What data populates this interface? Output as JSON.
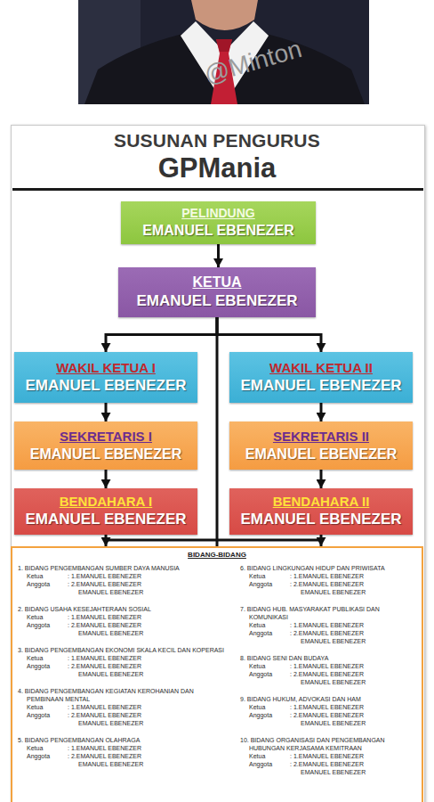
{
  "diagram": {
    "title": "SUSUNAN PENGURUS",
    "nodes": [
      {
        "text": [
          "PELINDUNG",
          "EMANUEL EBENEZER"
        ]
      },
      {
        "text": [
          "KETUA",
          "EMANUEL EBENEZER"
        ]
      },
      {
        "text": [
          "WAKIL KETUA I",
          "EMANUEL EBENEZER"
        ]
      },
      {
        "text": [
          "WAKIL KETUA II",
          "EMANUEL EBENEZER"
        ]
      },
      {
        "text": [
          "SEKRETARIS I",
          "EMANUEL EBENEZER"
        ]
      },
      {
        "text": [
          "SEKRETARIS II",
          "EMANUEL EBENEZER"
        ]
      },
      {
        "text": [
          "BENDAHARA I",
          "EMANUEL EBENEZER"
        ]
      },
      {
        "text": [
          "BENDAHARA II",
          "EMANUEL EBENEZER"
        ]
      },
      {
        "text": [
          "BIDANG-BIDANG",
          "1. BIDANG PENGEMBANGAN SUMBER DAYA MANUSIA",
          "Ketua",
          ": 1.EMANUEL EBENEZER",
          "Anggota",
          ": 2.EMANUEL EBENEZER",
          "EMANUEL EBENEZER",
          "2. BIDANG USAHA KESEJAHTERAAN SOSIAL",
          "Ketua",
          ": 1.EMANUEL EBENEZER",
          "Anggota",
          ": 2.EMANUEL EBENEZER",
          "EMANUEL EBENEZER",
          "3. BIDANG PENGEMBANGAN EKONOMI SKALA KECIL DAN KOPERASI",
          "Ketua",
          ": 1.EMANUEL EBENEZER",
          "Anggota",
          ": 2.EMANUEL EBENEZER",
          "EMANUEL EBENEZER",
          "4. BIDANG PENGEMBANGAN KEGIATAN KEROHANIAN DAN PEMBINAAN MENTAL",
          "Ketua",
          ": 1.EMANUEL EBENEZER",
          "Anggota",
          ": 2.EMANUEL EBENEZER",
          "EMANUEL EBENEZER",
          "5. BIDANG PENGEMBANGAN OLAHRAGA",
          "Ketua",
          ": 1.EMANUEL EBENEZER",
          "Anggota",
          ": 2.EMANUEL EBENEZER",
          "EMANUEL EBENEZER",
          "6. BIDANG LINGKUNGAN HIDUP DAN PRIWISATA",
          "Ketua",
          ": 1.EMANUEL EBENEZER",
          "Anggota",
          ": 2.EMANUEL EBENEZER",
          "EMANUEL EBENEZER",
          "7. BIDANG HUB. MASYARAKAT PUBLIKASI DAN KOMUNIKASI",
          "Ketua",
          ": 1.EMANUEL EBENEZER",
          "Anggota",
          ": 2.EMANUEL EBENEZER",
          "EMANUEL EBENEZER",
          "8. BIDANG SENI DAN BUDAYA",
          "Ketua",
          ": 1.EMANUEL EBENEZER",
          "Anggota",
          ": 2.EMANUEL EBENEZER",
          "EMANUEL EBENEZER",
          "9. BIDANG HUKUM, ADVOKASI DAN HAM",
          "Ketua",
          ": 1.EMANUEL EBENEZER",
          "Anggota",
          ": 2.EMANUEL EBENEZER",
          "EMANUEL EBENEZER",
          "10. BIDANG ORGANISASI DAN PENGEMBANGAN HUBUNGAN KERJASAMA KEMITRAAN",
          "Ketua",
          ": 1.EMANUEL EBENEZER",
          "Anggota",
          ": 2.EMANUEL EBENEZER",
          "EMANUEL EBENEZER"
        ]
      }
    ],
    "edges": [
      {
        "from": 0,
        "to": 1,
        "arrow": "to"
      },
      {
        "from": 1,
        "to": 2,
        "arrow": "to"
      },
      {
        "from": 1,
        "to": 3,
        "arrow": "to"
      },
      {
        "from": 2,
        "to": 4,
        "arrow": "to"
      },
      {
        "from": 4,
        "to": 6,
        "arrow": "to"
      },
      {
        "from": 3,
        "to": 5,
        "arrow": "to"
      },
      {
        "from": 5,
        "to": 7,
        "arrow": "to"
      },
      {
        "from": 1,
        "to": 8,
        "arrow": "none"
      },
      {
        "from": 6,
        "to": 8,
        "arrow": "to"
      },
      {
        "from": 7,
        "to": 8,
        "arrow": "to"
      }
    ],
    "labels": [
      "GPMania",
      "@Minton"
    ]
  }
}
